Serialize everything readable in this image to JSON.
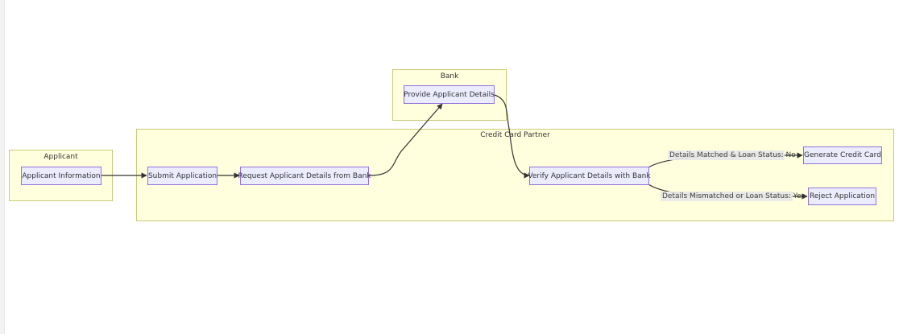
{
  "clusters": {
    "applicant": {
      "title": "Applicant"
    },
    "bank": {
      "title": "Bank"
    },
    "partner": {
      "title": "Credit Card Partner"
    }
  },
  "nodes": {
    "applicant_information": "Applicant Information",
    "submit_application": "Submit Application",
    "request_details": "Request Applicant Details from Bank",
    "provide_details": "Provide Applicant Details",
    "verify_details": "Verify Applicant Details with Bank",
    "generate_card": "Generate Credit Card",
    "reject_application": "Reject Application"
  },
  "edge_labels": {
    "matched": "Details Matched & Loan Status: No",
    "mismatched": "Details Mismatched or Loan Status: Yes"
  },
  "colors": {
    "cluster_fill": "#ffffde",
    "cluster_border": "#c9c97a",
    "node_fill": "#ececff",
    "node_border": "#9370db",
    "edge": "#333333"
  }
}
